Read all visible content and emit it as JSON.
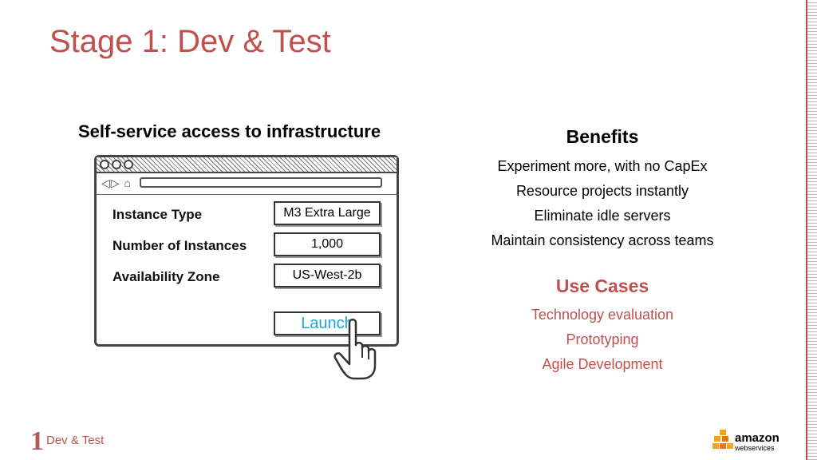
{
  "slide": {
    "title": "Stage 1: Dev & Test",
    "subtitle": "Self-service access to infrastructure"
  },
  "form": {
    "fields": [
      {
        "label": "Instance Type",
        "value": "M3 Extra Large"
      },
      {
        "label": "Number of Instances",
        "value": "1,000"
      },
      {
        "label": "Availability Zone",
        "value": "US-West-2b"
      }
    ],
    "launch_label": "Launch"
  },
  "benefits": {
    "heading": "Benefits",
    "items": [
      "Experiment more, with no CapEx",
      "Resource projects instantly",
      "Eliminate idle servers",
      "Maintain consistency across teams"
    ]
  },
  "use_cases": {
    "heading": "Use Cases",
    "items": [
      "Technology evaluation",
      "Prototyping",
      "Agile Development"
    ]
  },
  "footer": {
    "stage_number": "1",
    "stage_label": "Dev & Test",
    "logo_word": "amazon",
    "logo_sub": "webservices"
  },
  "colors": {
    "accent": "#c0504d",
    "launch_text": "#1fa3d8",
    "logo_orange": "#f7a21b"
  },
  "icons": [
    "back-arrow-icon",
    "forward-arrow-icon",
    "home-icon",
    "hand-cursor-icon",
    "aws-cubes-icon"
  ]
}
